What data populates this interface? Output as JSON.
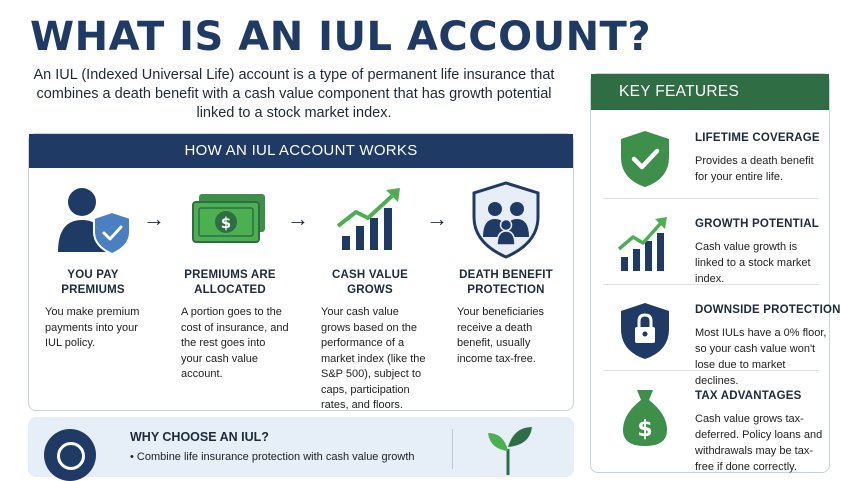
{
  "title": "WHAT IS AN IUL ACCOUNT?",
  "intro": "An IUL (Indexed Universal Life) account is a type of permanent life insurance that combines a death benefit with a cash value component that has growth potential linked to a stock market index.",
  "how_it_works": {
    "heading": "HOW AN IUL ACCOUNT WORKS",
    "arrow": "→",
    "steps": [
      {
        "icon": "person-shield-icon",
        "title": "YOU PAY PREMIUMS",
        "desc": "You make premium payments into your IUL policy."
      },
      {
        "icon": "money-bill-icon",
        "title": "PREMIUMS ARE ALLOCATED",
        "desc": "A portion goes to the cost of insurance, and the rest goes into your cash value account."
      },
      {
        "icon": "growth-chart-icon",
        "title": "CASH VALUE GROWS",
        "desc": "Your cash value grows based on the performance of a market index (like the S&P 500), subject to caps, participation rates, and floors."
      },
      {
        "icon": "family-shield-icon",
        "title": "DEATH BENEFIT PROTECTION",
        "desc": "Your beneficiaries receive a death benefit, usually income tax-free."
      }
    ]
  },
  "why": {
    "title": "WHY CHOOSE AN IUL?",
    "item": "•  Combine life insurance protection with cash value growth"
  },
  "features": {
    "heading": "KEY FEATURES",
    "items": [
      {
        "icon": "shield-check-icon",
        "title": "LIFETIME COVERAGE",
        "desc": "Provides a death benefit for your entire life."
      },
      {
        "icon": "growth-chart-icon",
        "title": "GROWTH POTENTIAL",
        "desc": "Cash value growth is linked to a stock market index."
      },
      {
        "icon": "shield-lock-icon",
        "title": "DOWNSIDE PROTECTION",
        "desc": "Most IULs have a 0% floor, so your cash value won't lose due to market declines."
      },
      {
        "icon": "money-bag-icon",
        "title": "TAX ADVANTAGES",
        "desc": "Cash value grows tax-deferred. Policy loans and withdrawals may be tax-free if done correctly."
      }
    ]
  },
  "colors": {
    "navy": "#1f3a64",
    "green": "#2f6e44",
    "light_green": "#4caf50",
    "light_blue": "#e6eef8"
  }
}
